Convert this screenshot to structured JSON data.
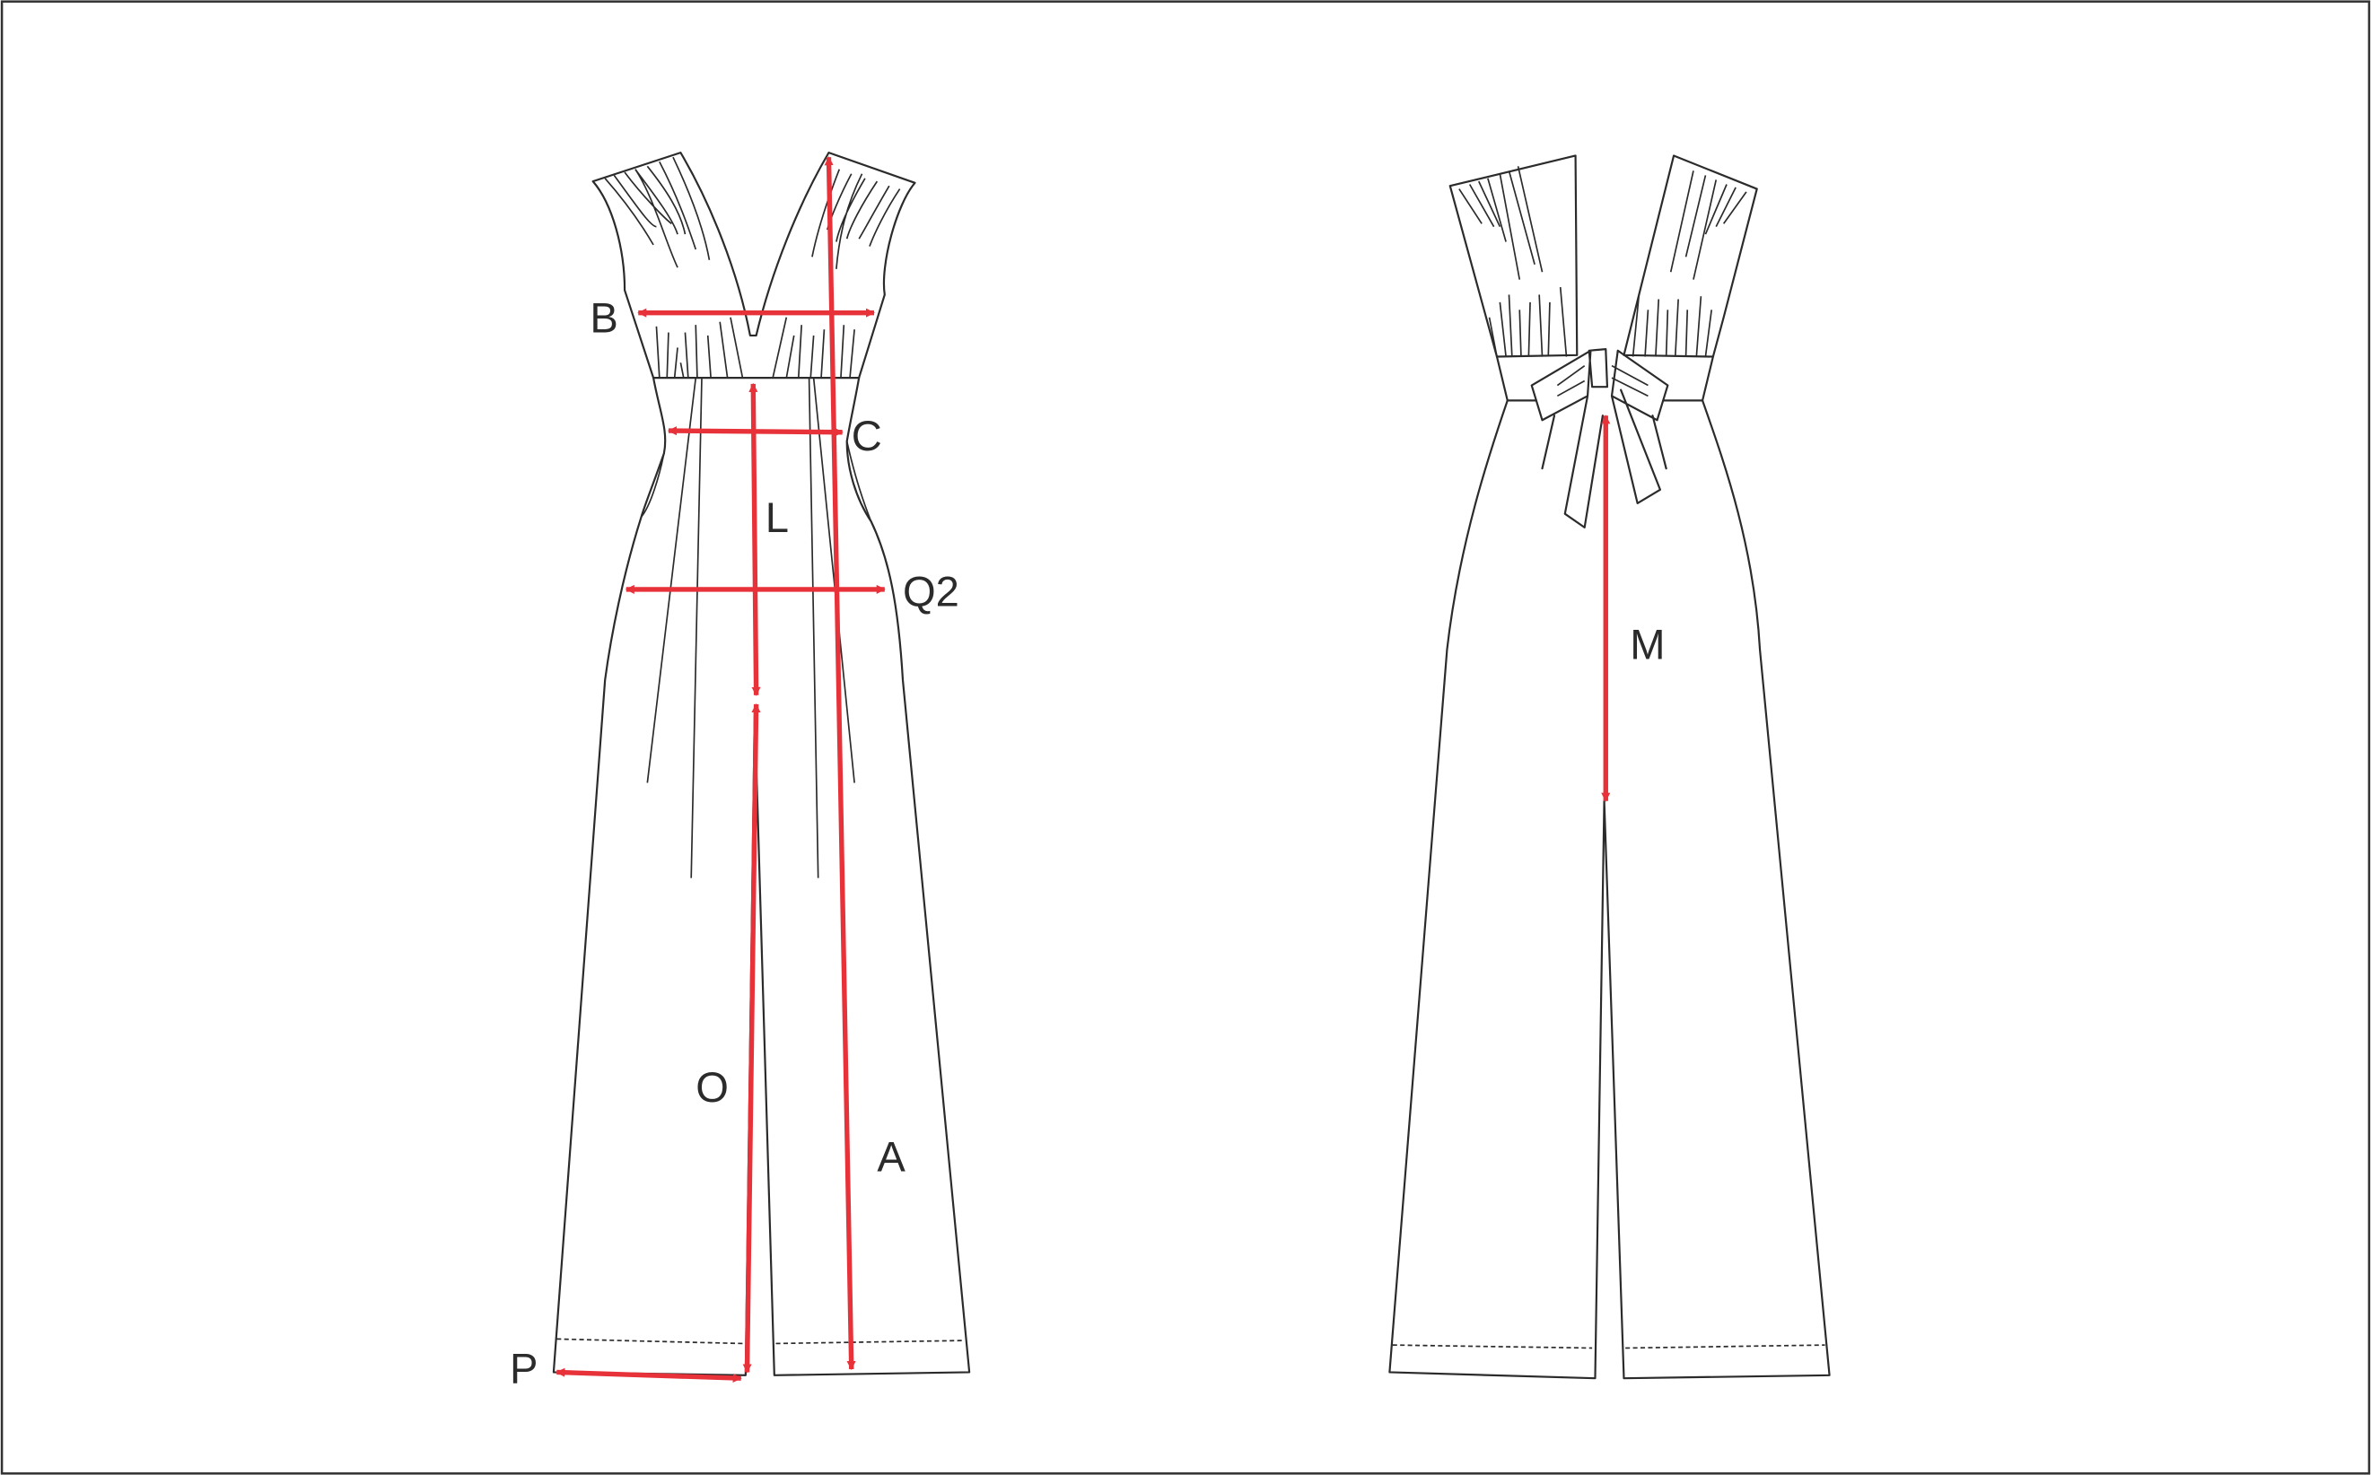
{
  "front_view": {
    "labels": {
      "B": "B",
      "C": "C",
      "L": "L",
      "Q2": "Q2",
      "O": "O",
      "A": "A",
      "P": "P"
    }
  },
  "back_view": {
    "labels": {
      "M": "M"
    }
  },
  "colors": {
    "arrow": "#e8323a",
    "line": "#2b2b2b",
    "frame": "#333333"
  }
}
